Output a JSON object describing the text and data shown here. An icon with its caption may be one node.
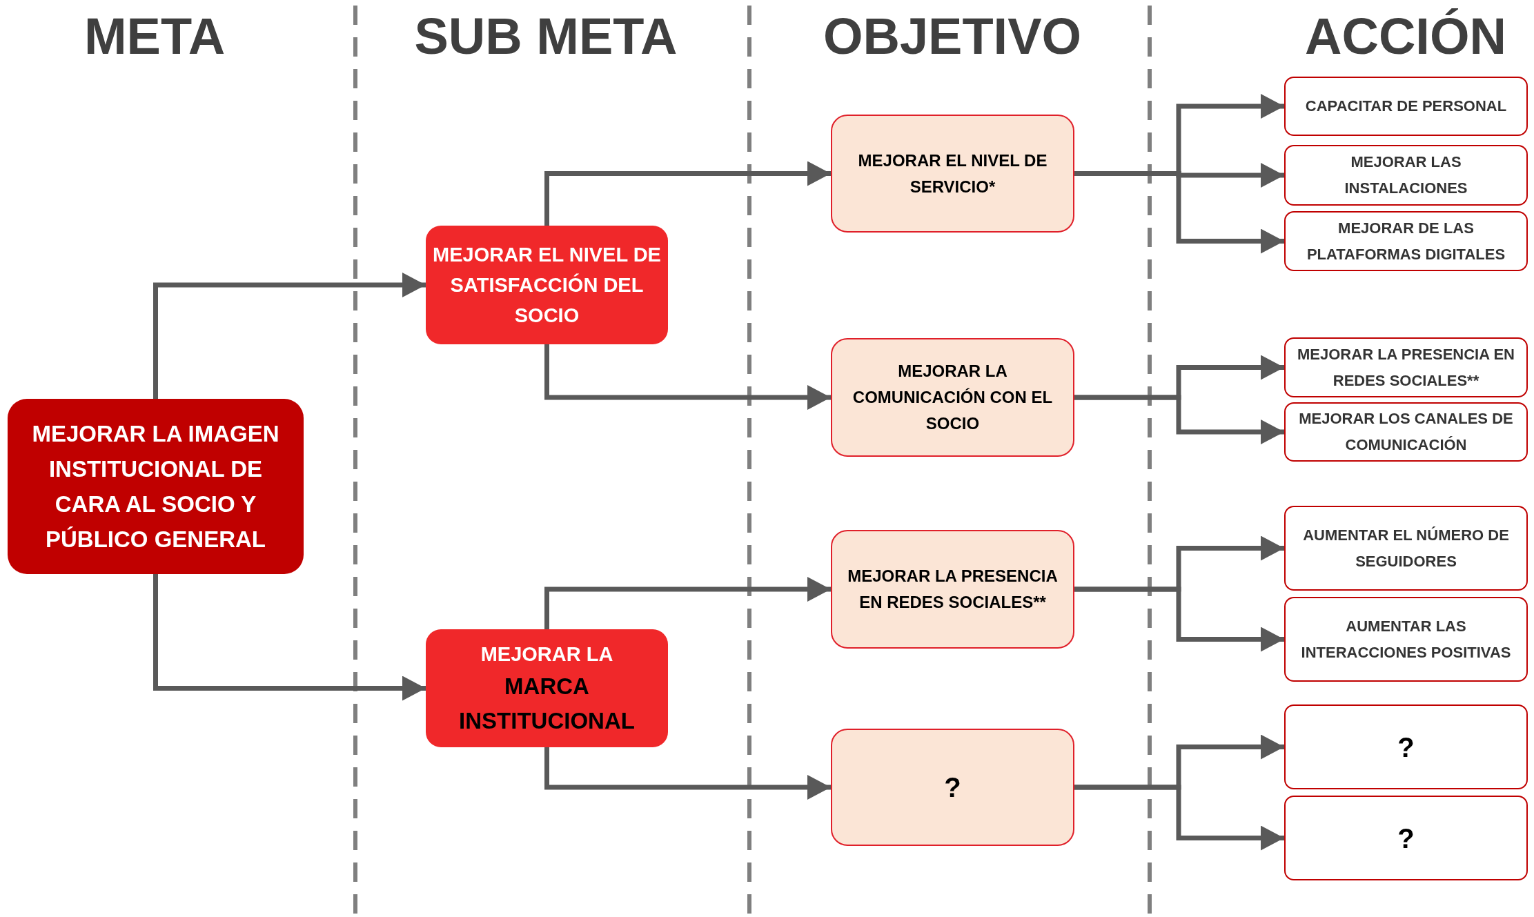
{
  "diagram": {
    "nodes": [
      {
        "text": [
          "MEJORAR LA IMAGEN INSTITUCIONAL DE CARA AL SOCIO Y PÚBLICO GENERAL"
        ]
      },
      {
        "text": [
          "MEJORAR EL NIVEL DE SATISFACCIÓN DEL SOCIO"
        ]
      },
      {
        "text": [
          "MEJORAR LA",
          "MARCA INSTITUCIONAL"
        ]
      },
      {
        "text": [
          "MEJORAR EL NIVEL DE SERVICIO*"
        ]
      },
      {
        "text": [
          "MEJORAR LA COMUNICACIÓN CON EL SOCIO"
        ]
      },
      {
        "text": [
          "MEJORAR LA PRESENCIA EN REDES SOCIALES**"
        ]
      },
      {
        "text": [
          "?"
        ]
      },
      {
        "text": [
          "CAPACITAR DE PERSONAL"
        ]
      },
      {
        "text": [
          "MEJORAR LAS INSTALACIONES"
        ]
      },
      {
        "text": [
          "MEJORAR DE LAS PLATAFORMAS DIGITALES"
        ]
      },
      {
        "text": [
          "MEJORAR LA PRESENCIA EN REDES SOCIALES**"
        ]
      },
      {
        "text": [
          "MEJORAR LOS CANALES DE COMUNICACIÓN"
        ]
      },
      {
        "text": [
          "AUMENTAR EL NÚMERO DE SEGUIDORES"
        ]
      },
      {
        "text": [
          "AUMENTAR LAS INTERACCIONES POSITIVAS"
        ]
      },
      {
        "text": [
          "?"
        ]
      },
      {
        "text": [
          "?"
        ]
      }
    ],
    "edges": [
      {
        "from": 0,
        "to": 1,
        "arrow": "to"
      },
      {
        "from": 0,
        "to": 2,
        "arrow": "to"
      },
      {
        "from": 1,
        "to": 3,
        "arrow": "to"
      },
      {
        "from": 1,
        "to": 4,
        "arrow": "to"
      },
      {
        "from": 2,
        "to": 5,
        "arrow": "to"
      },
      {
        "from": 2,
        "to": 6,
        "arrow": "to"
      },
      {
        "from": 3,
        "to": 7,
        "arrow": "to"
      },
      {
        "from": 3,
        "to": 8,
        "arrow": "to"
      },
      {
        "from": 3,
        "to": 9,
        "arrow": "to"
      },
      {
        "from": 4,
        "to": 10,
        "arrow": "to"
      },
      {
        "from": 4,
        "to": 11,
        "arrow": "to"
      },
      {
        "from": 5,
        "to": 12,
        "arrow": "to"
      },
      {
        "from": 5,
        "to": 13,
        "arrow": "to"
      },
      {
        "from": 6,
        "to": 14,
        "arrow": "to"
      },
      {
        "from": 6,
        "to": 15,
        "arrow": "to"
      }
    ],
    "labels": [
      "META",
      "SUB META",
      "OBJETIVO",
      "ACCIÓN"
    ]
  }
}
